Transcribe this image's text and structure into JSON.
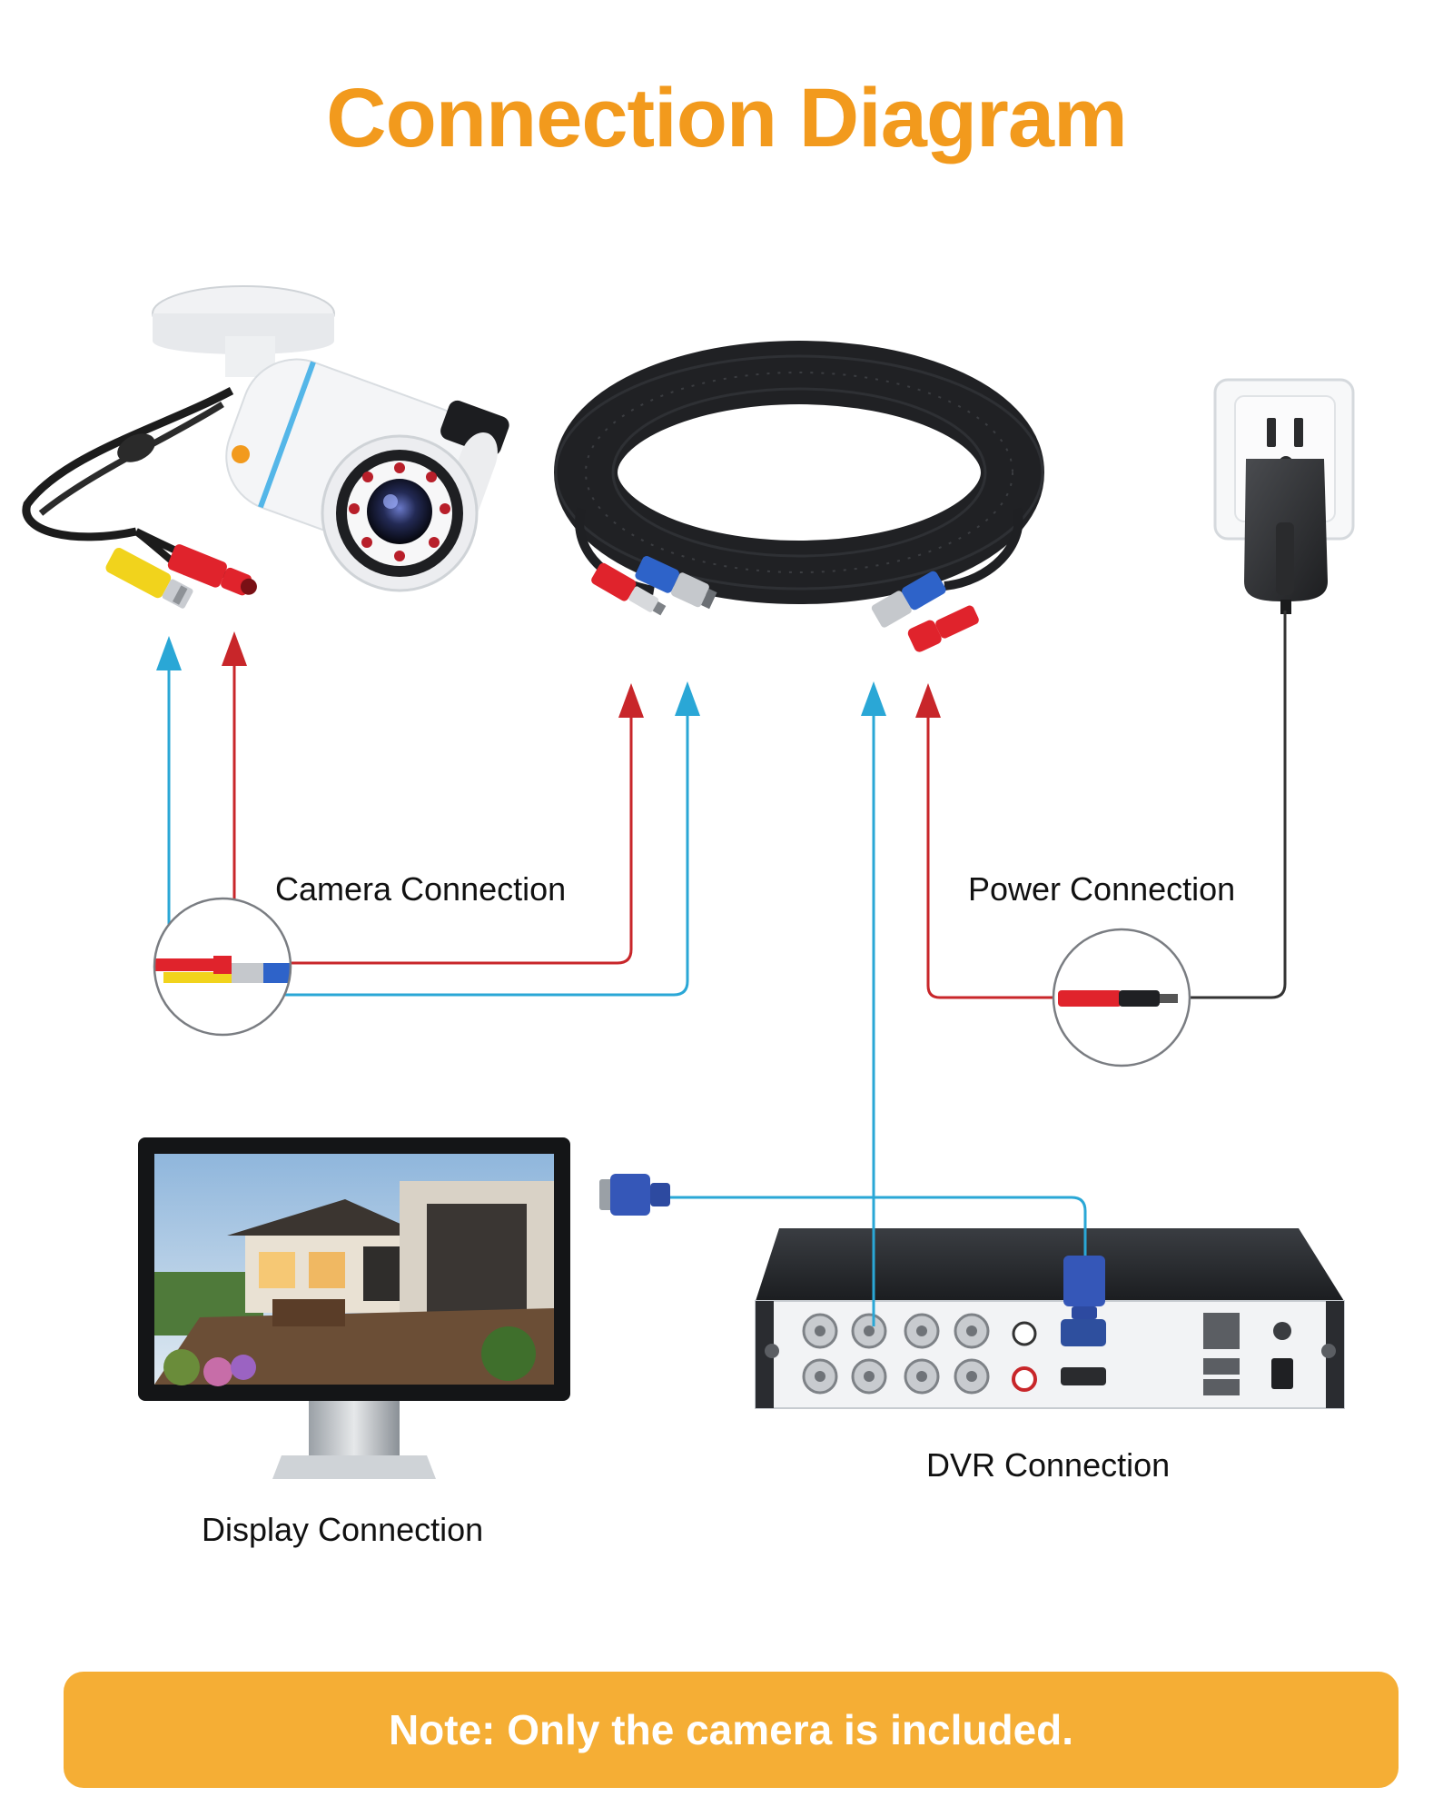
{
  "title": "Connection Diagram",
  "labels": {
    "camera": "Camera Connection",
    "power": "Power Connection",
    "dvr": "DVR Connection",
    "display": "Display Connection"
  },
  "note": "Note: Only the camera is included.",
  "colors": {
    "title": "#f29a1d",
    "note_bg": "#f5ae35",
    "video_line": "#2aa7d6",
    "power_line": "#c8262a",
    "power_adapter_line": "#333333"
  }
}
